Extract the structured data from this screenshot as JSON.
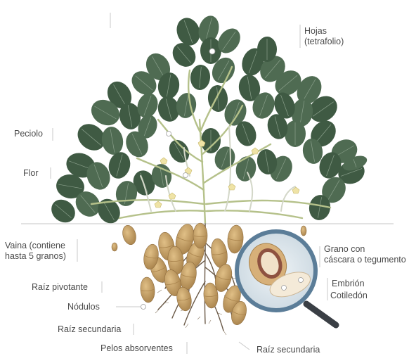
{
  "labels": {
    "hojas_line1": "Hojas",
    "hojas_line2": "(tetrafolio)",
    "peciolo": "Peciolo",
    "flor": "Flor",
    "vaina_line1": "Vaina (contiene",
    "vaina_line2": "hasta 5 granos)",
    "raiz_pivotante": "Raíz pivotante",
    "nodulos": "Nódulos",
    "raiz_secundaria_left": "Raíz secundaria",
    "pelos_absorventes": "Pelos absorventes",
    "raiz_secundaria_bottom": "Raíz secundaria",
    "grano_line1": "Grano con",
    "grano_line2": "cáscara o tegumento",
    "embrion": "Embrión",
    "cotiledon": "Cotiledón"
  },
  "colors": {
    "leaf_dark": "#3f5a43",
    "leaf_mid": "#4f6b52",
    "leaf_vein": "#8aa08b",
    "stem": "#b9c48f",
    "pod": "#c9a46b",
    "pod_shade": "#a9834c",
    "soil_line": "#c8c8c8",
    "magnifier": "#5b7d98",
    "label_text": "#4a4a4a"
  }
}
